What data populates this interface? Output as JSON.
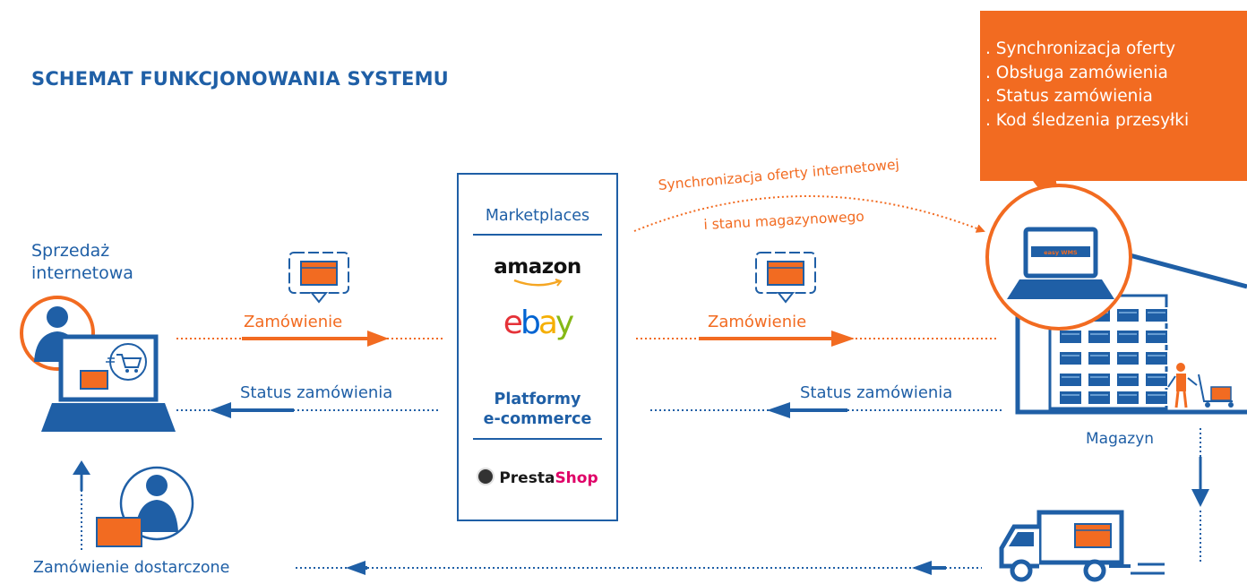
{
  "title": "SCHEMAT FUNKCJONOWANIA SYSTEMU",
  "callout": {
    "items": [
      ". Synchronizacja oferty",
      ". Obsługa zamówienia",
      ". Status zamówienia",
      ". Kod śledzenia przesyłki"
    ]
  },
  "sales": {
    "line1": "Sprzedaż",
    "line2": "internetowa"
  },
  "flows": {
    "order_left": "Zamówienie",
    "status_left": "Status zamówienia",
    "order_right": "Zamówienie",
    "status_right": "Status zamówienia",
    "sync_line1": "Synchronizacja oferty internetowej",
    "sync_line2": "i stanu magazynowego",
    "delivered": "Zamówienie dostarczone"
  },
  "hub": {
    "marketplaces": "Marketplaces",
    "amazon": "amazon",
    "ebay_letters": [
      "e",
      "b",
      "a",
      "y"
    ],
    "platforms_line1": "Platformy",
    "platforms_line2": "e-commerce",
    "presta_a": "Presta",
    "presta_b": "Shop"
  },
  "warehouse": {
    "label": "Magazyn",
    "screen_logo": "easy WMS"
  },
  "colors": {
    "blue": "#1f5fa6",
    "orange": "#f26b21",
    "ebay_e": "#e53238",
    "ebay_b": "#0064d2",
    "ebay_a": "#f5af02",
    "ebay_y": "#86b817",
    "presta_magenta": "#df0067"
  }
}
